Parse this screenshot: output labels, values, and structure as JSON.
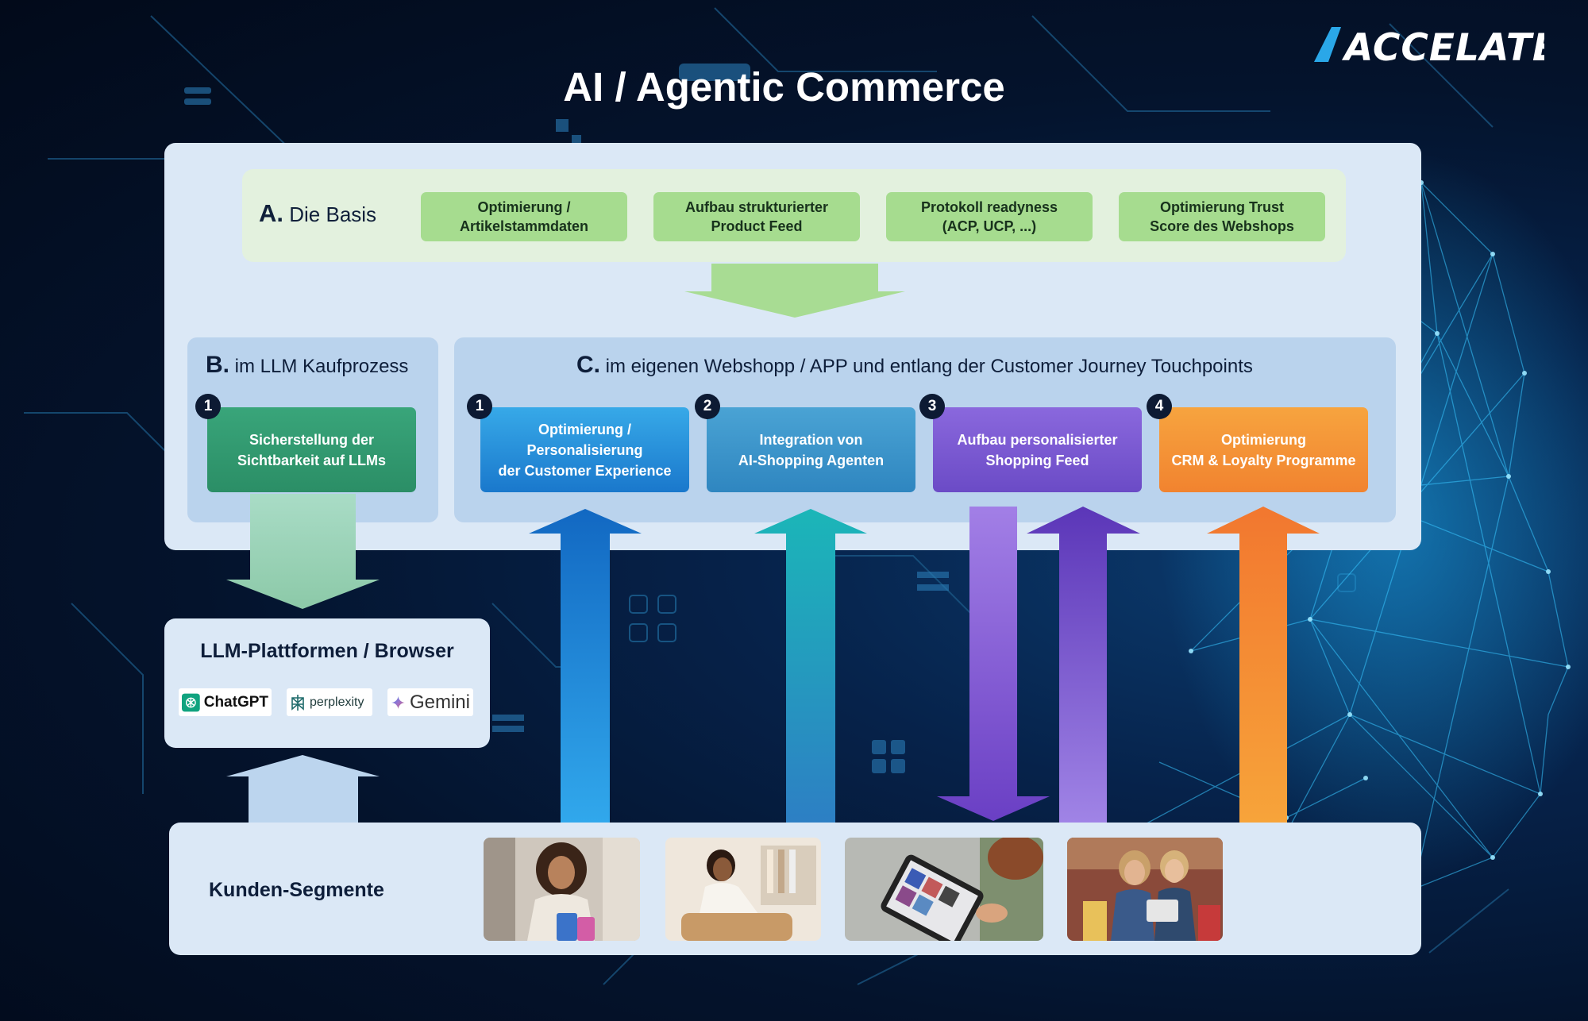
{
  "logo": {
    "text": "ACCELATE"
  },
  "title": "AI / Agentic Commerce",
  "basis": {
    "letter": "A.",
    "label": "Die Basis",
    "items": [
      "Optimierung /\nArtikelstammdaten",
      "Aufbau strukturierter\nProduct Feed",
      "Protokoll readyness\n(ACP, UCP, ...)",
      "Optimierung Trust\nScore des Webshops"
    ]
  },
  "section_b": {
    "letter": "B.",
    "label": "im LLM Kaufprozess",
    "cards": [
      {
        "number": "1",
        "text": "Sicherstellung der\nSichtbarkeit auf LLMs"
      }
    ]
  },
  "section_c": {
    "letter": "C.",
    "label": "im eigenen Webshopp / APP und entlang der Customer Journey Touchpoints",
    "cards": [
      {
        "number": "1",
        "text": "Optimierung /\nPersonalisierung\nder Customer Experience"
      },
      {
        "number": "2",
        "text": "Integration von\nAI-Shopping Agenten"
      },
      {
        "number": "3",
        "text": "Aufbau personalisierter\nShopping Feed"
      },
      {
        "number": "4",
        "text": "Optimierung\nCRM & Loyalty Programme"
      }
    ]
  },
  "llm_platforms": {
    "title": "LLM-Plattformen / Browser",
    "logos": [
      {
        "name": "ChatGPT",
        "icon": "chatgpt-icon"
      },
      {
        "name": "perplexity",
        "icon": "perplexity-icon"
      },
      {
        "name": "Gemini",
        "icon": "gemini-icon"
      }
    ]
  },
  "kunden": {
    "title": "Kunden-Segmente",
    "photos": [
      "woman-with-shopping-bags-photo",
      "woman-on-phone-in-boutique-photo",
      "hand-holding-tablet-shopping-photo",
      "friends-shopping-with-tablet-photo"
    ]
  },
  "colors": {
    "basis_card": "#a6dc8f",
    "card_b1": "#2f9e70",
    "card_c1": "#1f8ad8",
    "card_c2": "#3a94c8",
    "card_c3": "#7a58d0",
    "card_c4": "#f4873a"
  }
}
